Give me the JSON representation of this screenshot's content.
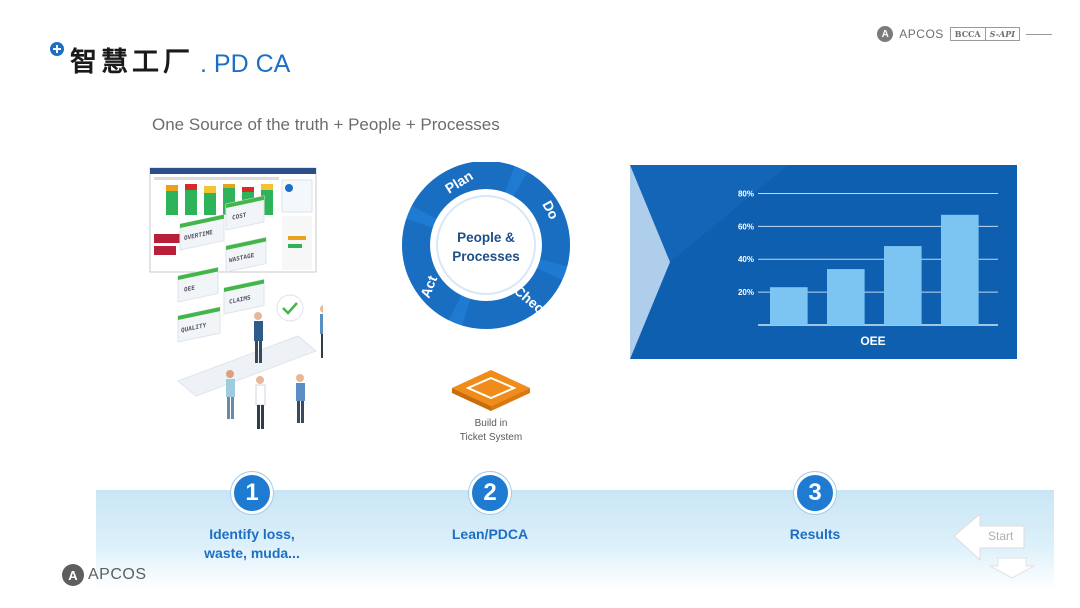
{
  "header": {
    "title_cn": "智慧工厂",
    "title_en": ". PD CA",
    "icon": "plus-circle-icon"
  },
  "brand": {
    "name": "APCOS",
    "logo_letter": "A",
    "tag1": "BCCA",
    "tag2": "S-API"
  },
  "subtitle": "One Source of the truth + People + Processes",
  "illustration": {
    "tiles": [
      "OVERTIME",
      "COST",
      "WASTAGE",
      "OEE",
      "CLAIMS",
      "QUALITY"
    ]
  },
  "pdca": {
    "center_line1": "People &",
    "center_line2": "Processes",
    "stages": [
      "Plan",
      "Do",
      "Check",
      "Act"
    ],
    "color": "#1e7bd1"
  },
  "ticket": {
    "line1": "Build in",
    "line2": "Ticket System",
    "color": "#f08c1a"
  },
  "chart_data": {
    "type": "bar",
    "categories": [
      "",
      "",
      "",
      ""
    ],
    "values": [
      23,
      34,
      48,
      67
    ],
    "xlabel": "OEE",
    "ylabel": "",
    "yticks": [
      "20%",
      "40%",
      "60%",
      "80%"
    ],
    "ylim": [
      0,
      90
    ],
    "grid": true,
    "background": "#0f5fb0",
    "bar_color": "#7cc4f2"
  },
  "steps": [
    {
      "number": "1",
      "line1": "Identify loss,",
      "line2": "waste, muda..."
    },
    {
      "number": "2",
      "line1": "Lean/PDCA",
      "line2": ""
    },
    {
      "number": "3",
      "line1": "Results",
      "line2": ""
    }
  ],
  "start_label": "Start",
  "colors": {
    "accent": "#1d6fc4",
    "band": "#c9e6f6"
  }
}
